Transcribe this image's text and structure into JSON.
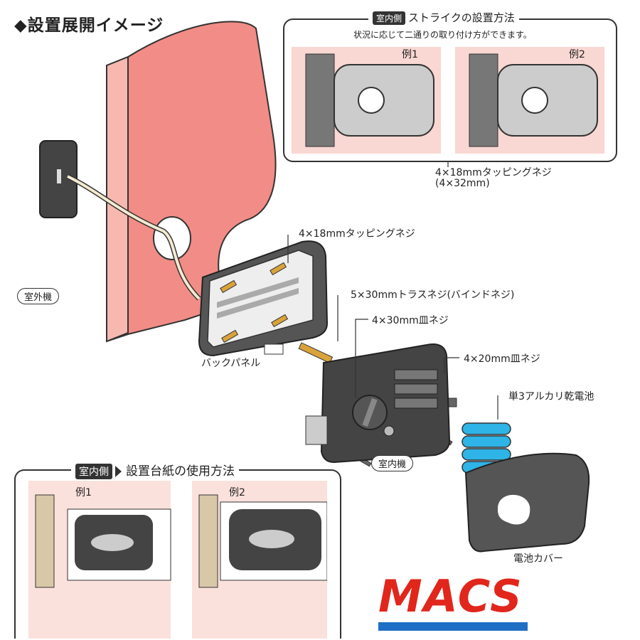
{
  "title": "◆設置展開イメージ",
  "strike_panel": {
    "tag": "室内側",
    "heading": "ストライクの設置方法",
    "subtitle": "状況に応じて二通りの取り付け方ができます。",
    "example1": "例1",
    "example2": "例2"
  },
  "labels": {
    "strike_screw": "4×18mmタッピングネジ",
    "strike_screw_alt": "(4×32mm)",
    "backpanel_screw": "4×18mmタッピングネジ",
    "truss_screw": "5×30mmトラスネジ(バインドネジ)",
    "flat_screw_30": "4×30mm皿ネジ",
    "flat_screw_20": "4×20mm皿ネジ",
    "battery": "単3アルカリ乾電池",
    "back_panel": "バックパネル",
    "outdoor_unit": "室外機",
    "indoor_unit": "室内機",
    "battery_cover": "電池カバー"
  },
  "template_panel": {
    "tag": "室内側",
    "heading": "設置台紙の使用方法",
    "example1": "例1",
    "example2": "例2"
  },
  "brand": {
    "name": "MACS",
    "color": "#e1261c",
    "stripe_color": "#1f6fc4"
  },
  "colors": {
    "door": "#f28c86",
    "door_edge": "#f7b8b0",
    "device_dark": "#444444",
    "battery": "#2eb4e6",
    "screw_gold": "#d9a33a"
  }
}
